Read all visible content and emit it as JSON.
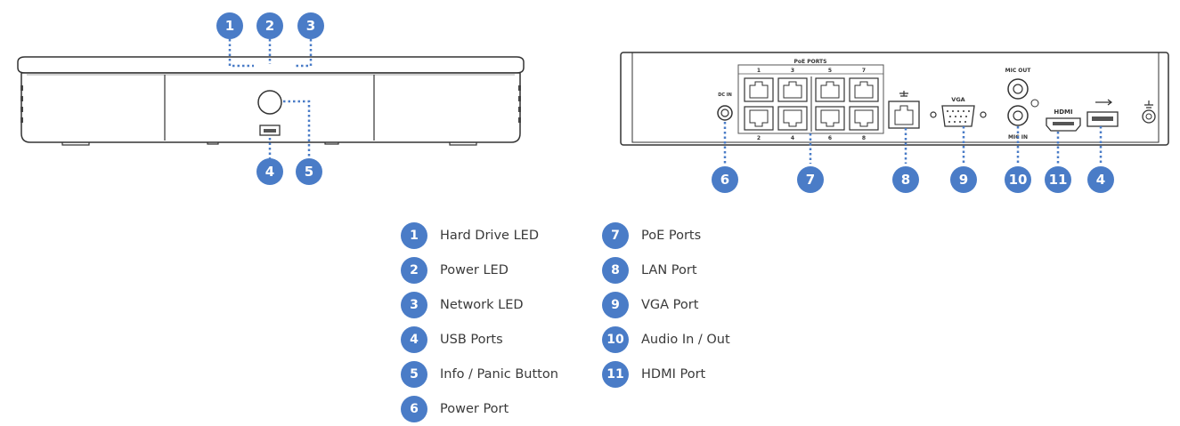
{
  "accent": "#4a7cc7",
  "front_badges": [
    "1",
    "2",
    "3",
    "4",
    "5"
  ],
  "rear_badges": [
    "6",
    "7",
    "8",
    "9",
    "10",
    "11",
    "4"
  ],
  "rear_panel": {
    "dc_in": "DC IN",
    "poe_ports_title": "PoE PORTS",
    "poe_top_numbers": [
      "1",
      "3",
      "5",
      "7"
    ],
    "poe_bottom_numbers": [
      "2",
      "4",
      "6",
      "8"
    ],
    "vga": "VGA",
    "mic_out": "MIC OUT",
    "mic_in": "MIC IN",
    "hdmi": "HDMI"
  },
  "legend_left": [
    {
      "num": "1",
      "label": "Hard Drive LED"
    },
    {
      "num": "2",
      "label": "Power LED"
    },
    {
      "num": "3",
      "label": "Network LED"
    },
    {
      "num": "4",
      "label": "USB Ports"
    },
    {
      "num": "5",
      "label": "Info / Panic Button"
    },
    {
      "num": "6",
      "label": "Power Port"
    }
  ],
  "legend_right": [
    {
      "num": "7",
      "label": "PoE Ports"
    },
    {
      "num": "8",
      "label": "LAN Port"
    },
    {
      "num": "9",
      "label": "VGA Port"
    },
    {
      "num": "10",
      "label": "Audio In / Out"
    },
    {
      "num": "11",
      "label": "HDMI Port"
    }
  ]
}
